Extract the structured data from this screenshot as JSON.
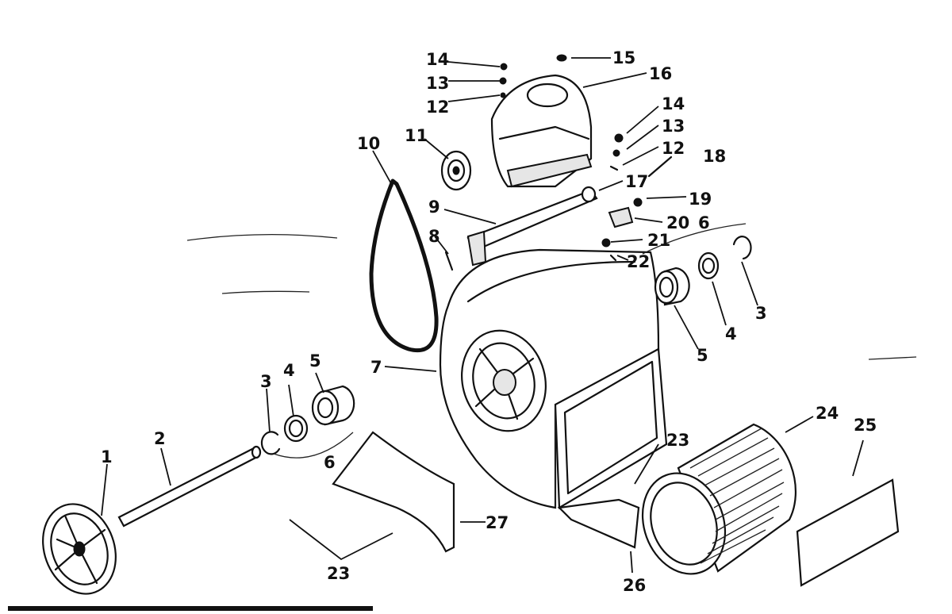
{
  "callouts": [
    {
      "key": "c1",
      "text": "1"
    },
    {
      "key": "c2",
      "text": "2"
    },
    {
      "key": "c3a",
      "text": "3"
    },
    {
      "key": "c4a",
      "text": "4"
    },
    {
      "key": "c5a",
      "text": "5"
    },
    {
      "key": "c6a",
      "text": "6"
    },
    {
      "key": "c7",
      "text": "7"
    },
    {
      "key": "c8",
      "text": "8"
    },
    {
      "key": "c9",
      "text": "9"
    },
    {
      "key": "c10",
      "text": "10"
    },
    {
      "key": "c11",
      "text": "11"
    },
    {
      "key": "c12a",
      "text": "12"
    },
    {
      "key": "c13a",
      "text": "13"
    },
    {
      "key": "c14a",
      "text": "14"
    },
    {
      "key": "c15",
      "text": "15"
    },
    {
      "key": "c16",
      "text": "16"
    },
    {
      "key": "c14b",
      "text": "14"
    },
    {
      "key": "c13b",
      "text": "13"
    },
    {
      "key": "c12b",
      "text": "12"
    },
    {
      "key": "c18",
      "text": "18"
    },
    {
      "key": "c17",
      "text": "17"
    },
    {
      "key": "c19",
      "text": "19"
    },
    {
      "key": "c20",
      "text": "20"
    },
    {
      "key": "c6b",
      "text": "6"
    },
    {
      "key": "c21",
      "text": "21"
    },
    {
      "key": "c22",
      "text": "22"
    },
    {
      "key": "c3b",
      "text": "3"
    },
    {
      "key": "c4b",
      "text": "4"
    },
    {
      "key": "c5b",
      "text": "5"
    },
    {
      "key": "c23a",
      "text": "23"
    },
    {
      "key": "c24",
      "text": "24"
    },
    {
      "key": "c25",
      "text": "25"
    },
    {
      "key": "c27",
      "text": "27"
    },
    {
      "key": "c23b",
      "text": "23"
    },
    {
      "key": "c26",
      "text": "26"
    }
  ]
}
